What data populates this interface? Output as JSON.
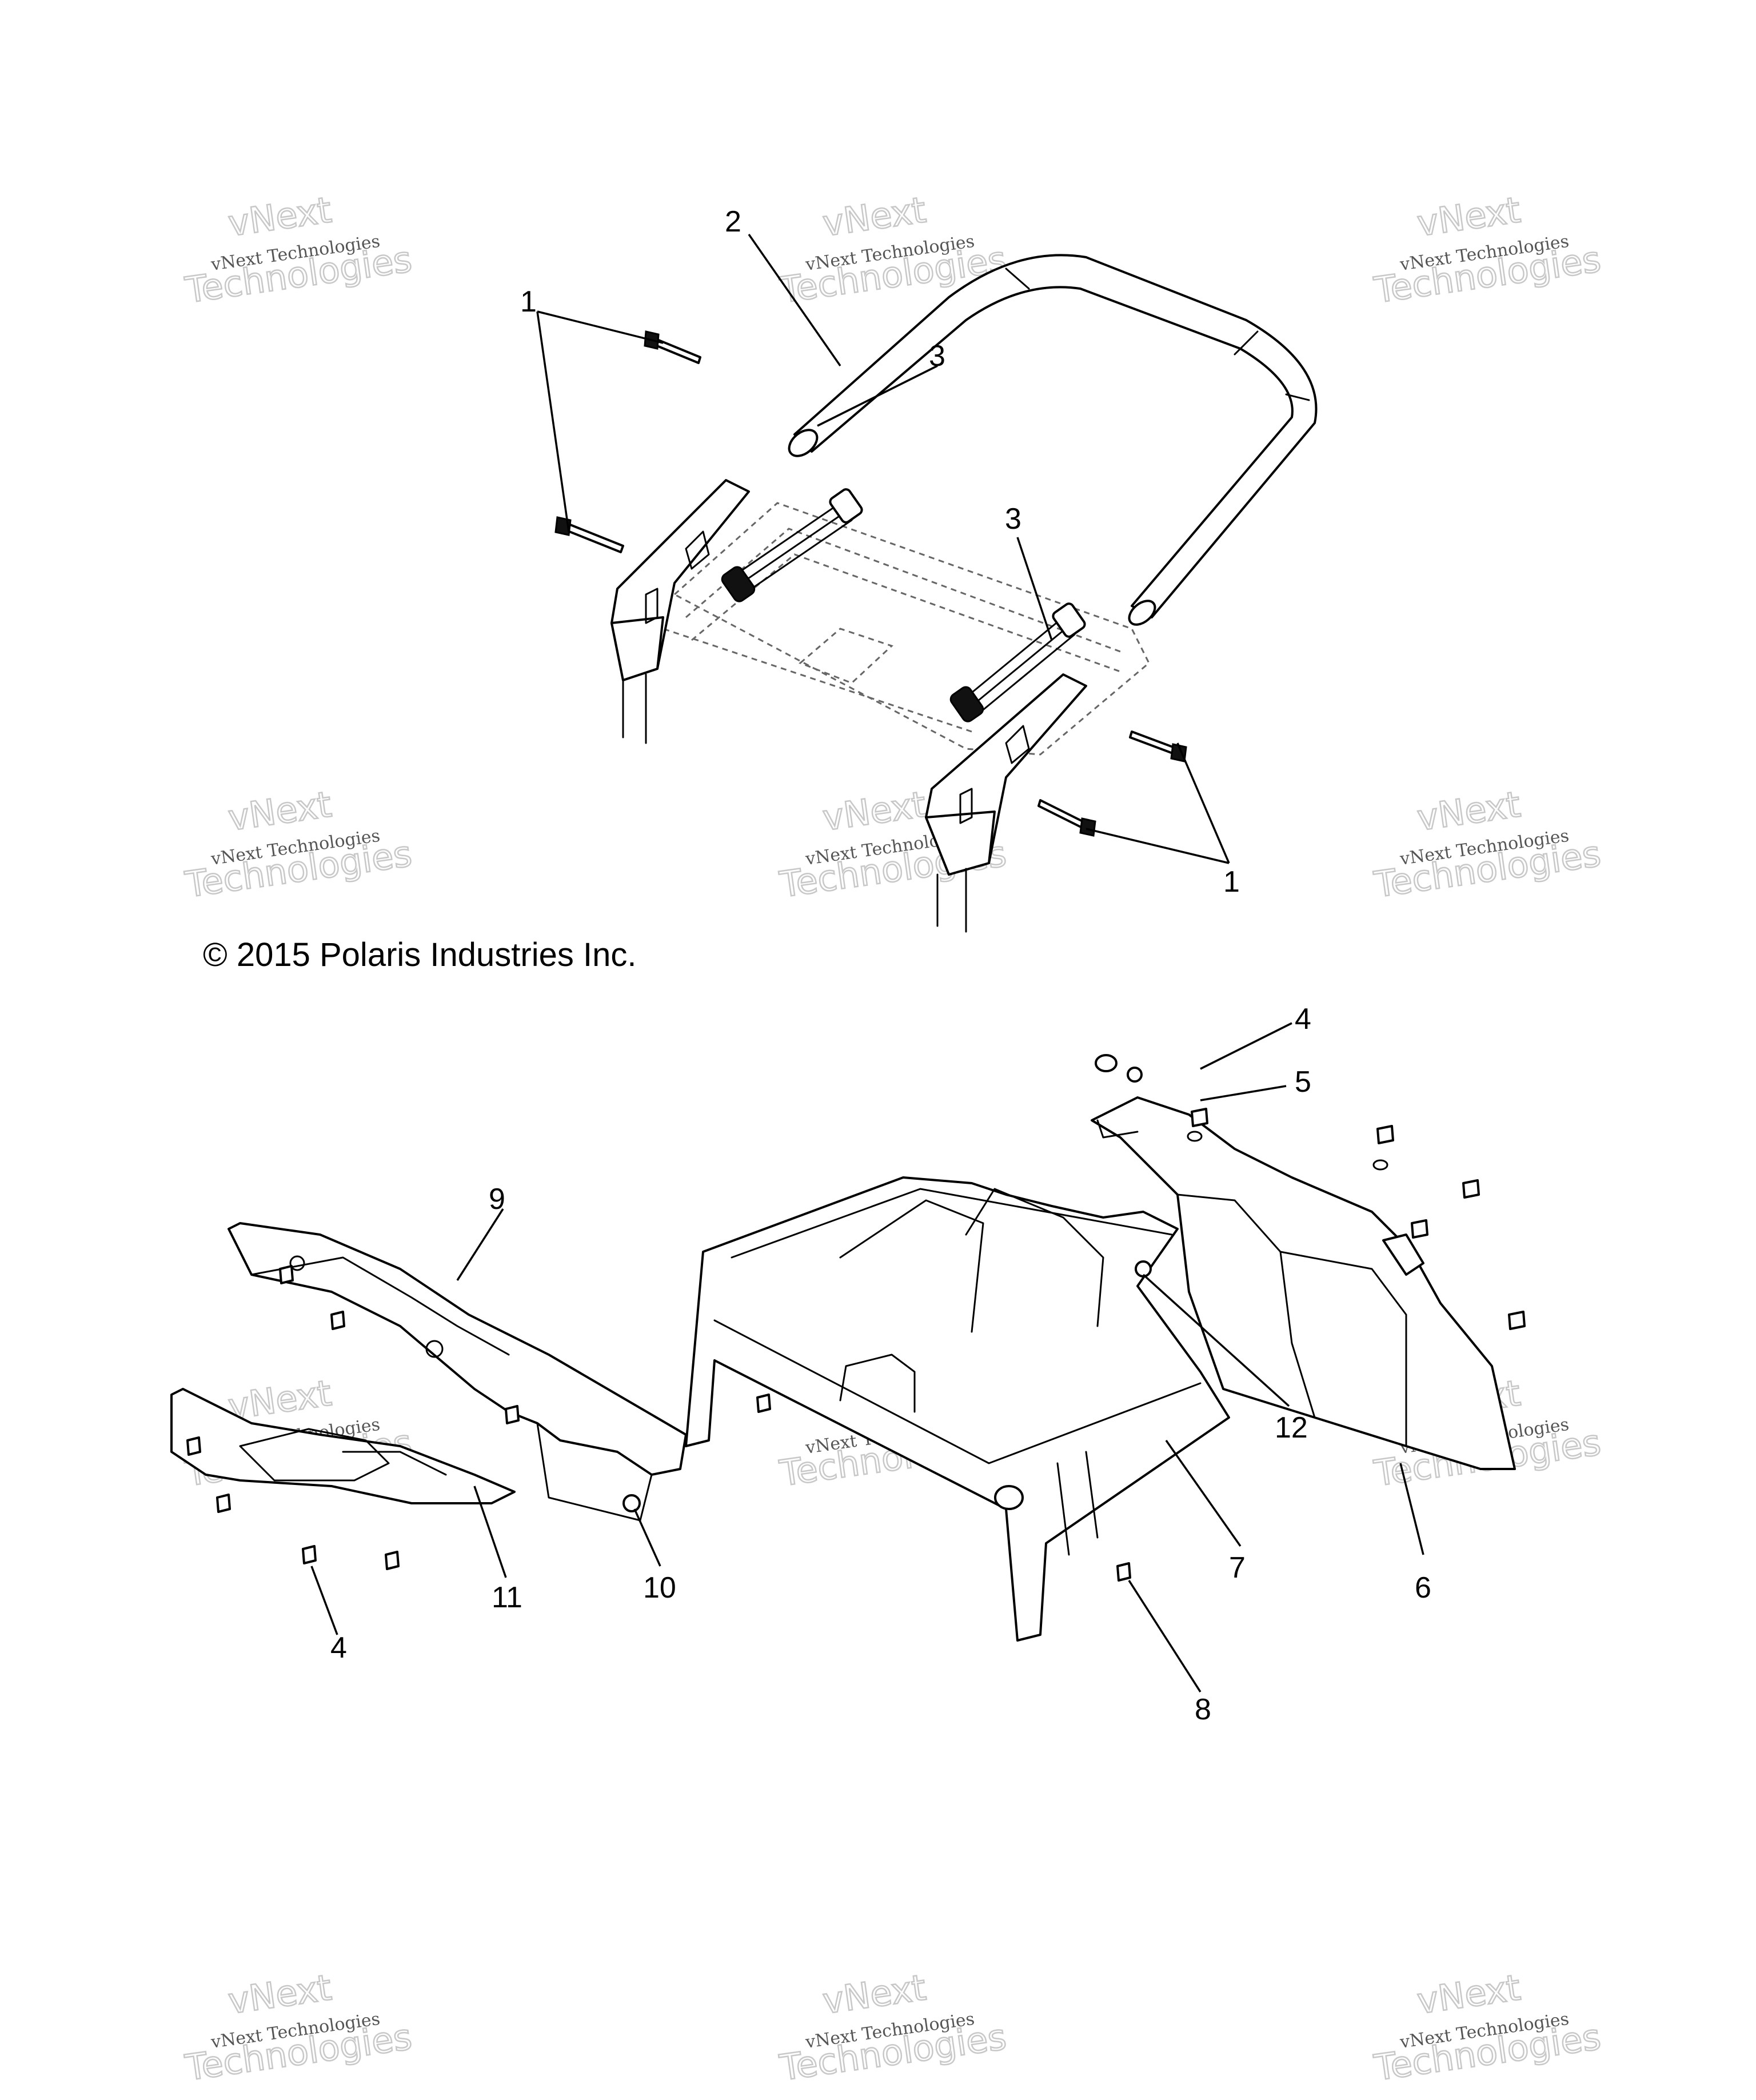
{
  "copyright": "© 2015 Polaris Industries Inc.",
  "watermark": {
    "brand": "vNext",
    "line1": "vNext Technologies",
    "line2": "Technologies"
  },
  "callouts": [
    {
      "id": "c1a",
      "label": "1"
    },
    {
      "id": "c2",
      "label": "2"
    },
    {
      "id": "c3a",
      "label": "3"
    },
    {
      "id": "c3b",
      "label": "3"
    },
    {
      "id": "c1b",
      "label": "1"
    },
    {
      "id": "c4a",
      "label": "4"
    },
    {
      "id": "c5",
      "label": "5"
    },
    {
      "id": "c9",
      "label": "9"
    },
    {
      "id": "c12",
      "label": "12"
    },
    {
      "id": "c7",
      "label": "7"
    },
    {
      "id": "c6",
      "label": "6"
    },
    {
      "id": "c10",
      "label": "10"
    },
    {
      "id": "c11",
      "label": "11"
    },
    {
      "id": "c4b",
      "label": "4"
    },
    {
      "id": "c8",
      "label": "8"
    }
  ]
}
